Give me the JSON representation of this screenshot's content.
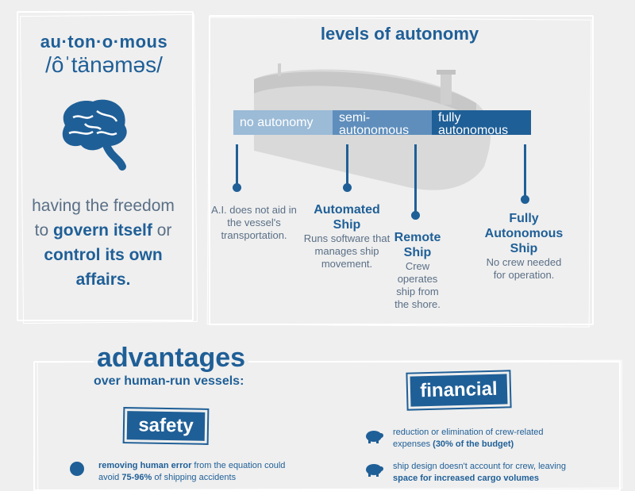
{
  "definition": {
    "word": "au·ton·o·mous",
    "pronunciation": "/ôˈtänəməs/",
    "brain_icon": "brain-icon",
    "text_parts": [
      "having the freedom to",
      "govern itself",
      "or",
      "control its own affairs."
    ]
  },
  "levels": {
    "title": "levels of autonomy",
    "segments": [
      "no autonomy",
      "semi-autonomous",
      "fully autonomous"
    ],
    "items": [
      {
        "heading": "",
        "desc": "A.I. does not aid in the vessel's transportation."
      },
      {
        "heading": "Automated Ship",
        "desc": "Runs software that manages ship movement."
      },
      {
        "heading": "Remote Ship",
        "desc": "Crew operates ship from the shore."
      },
      {
        "heading": "Fully Autonomous Ship",
        "desc": "No crew needed for operation."
      }
    ]
  },
  "advantages": {
    "title": "advantages",
    "subtitle": "over human-run vessels:",
    "financial_label": "financial",
    "safety_label": "safety",
    "financial_items": [
      {
        "bold": "",
        "text": "reduction or elimination of crew-related expenses",
        "bold2": "(30% of the budget)"
      },
      {
        "bold": "",
        "text": "ship design doesn't account for crew, leaving",
        "bold2": "space for increased cargo volumes"
      }
    ],
    "safety_items": [
      {
        "bold": "removing human error",
        "text": "from the equation could avoid",
        "bold2": "75-96%",
        "text2": "of shipping accidents"
      }
    ]
  },
  "colors": {
    "primary": "#1f5f97",
    "light": "#9bbbd7",
    "mid": "#5f8ebc",
    "text": "#5a6f86",
    "background": "#efefef"
  }
}
